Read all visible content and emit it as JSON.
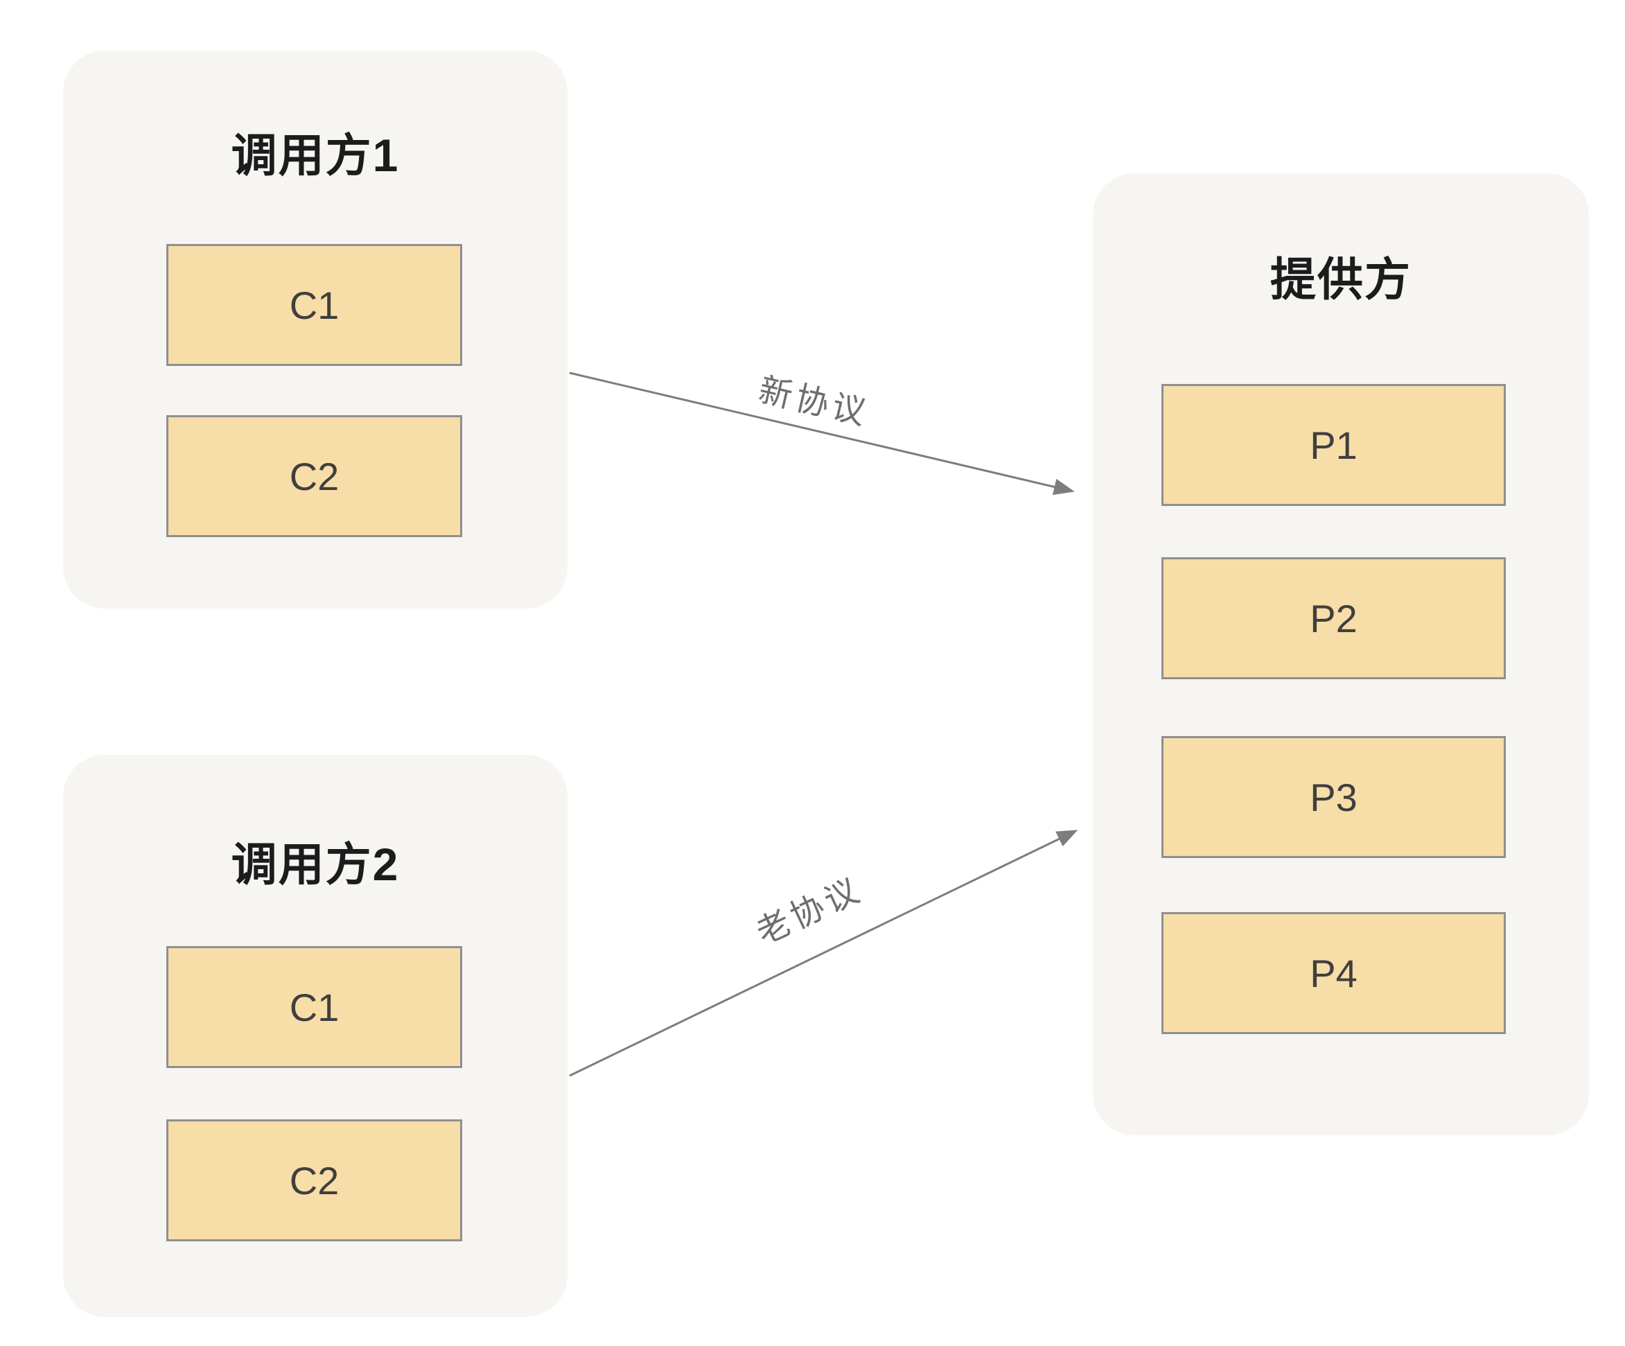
{
  "diagram": {
    "caller1": {
      "title": "调用方1",
      "items": [
        {
          "label": "C1"
        },
        {
          "label": "C2"
        }
      ]
    },
    "caller2": {
      "title": "调用方2",
      "items": [
        {
          "label": "C1"
        },
        {
          "label": "C2"
        }
      ]
    },
    "provider": {
      "title": "提供方",
      "items": [
        {
          "label": "P1"
        },
        {
          "label": "P2"
        },
        {
          "label": "P3"
        },
        {
          "label": "P4"
        }
      ]
    },
    "arrows": [
      {
        "label": "新协议",
        "from": "调用方1",
        "to": "提供方"
      },
      {
        "label": "老协议",
        "from": "调用方2",
        "to": "提供方"
      }
    ],
    "colors": {
      "container_bg": "#f6f5f2",
      "node_bg": "#f7dda7",
      "node_border": "#8f8f8f",
      "arrow": "#7d7d7d"
    }
  }
}
